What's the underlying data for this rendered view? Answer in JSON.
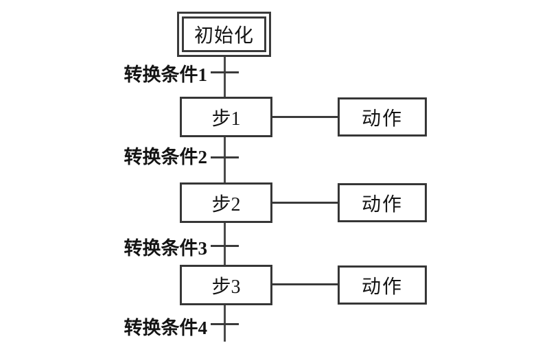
{
  "diagram": {
    "title": "sequential-function-chart",
    "colors": {
      "background": "#ffffff",
      "line": "#3a3a3a",
      "text": "#141414"
    },
    "init": {
      "label": "初始化"
    },
    "rows": [
      {
        "transition": "转换条件1",
        "step": "步1",
        "action": "动作"
      },
      {
        "transition": "转换条件2",
        "step": "步2",
        "action": "动作"
      },
      {
        "transition": "转换条件3",
        "step": "步3",
        "action": "动作"
      },
      {
        "transition": "转换条件4"
      }
    ]
  }
}
